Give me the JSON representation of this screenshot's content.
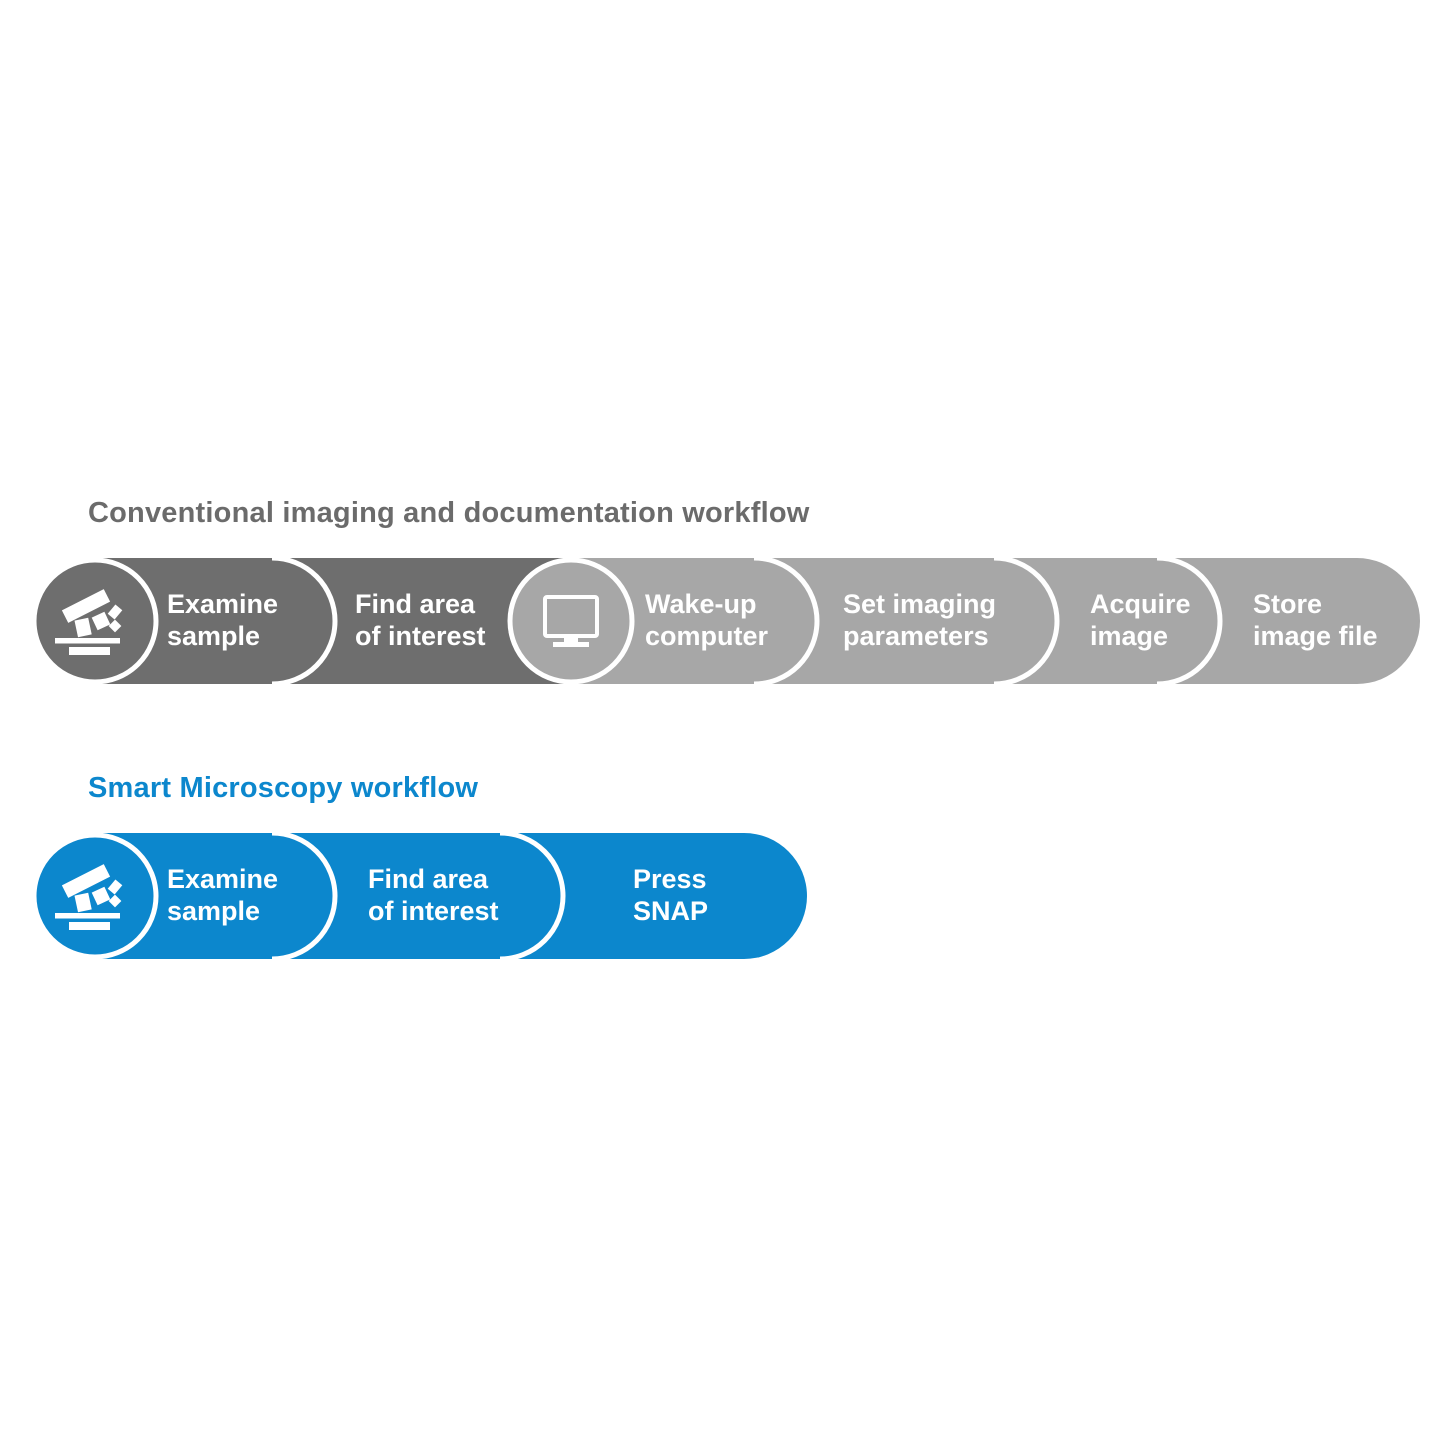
{
  "colors": {
    "dark_gray": "#6e6e6e",
    "light_gray": "#a7a7a7",
    "blue": "#0c87cd",
    "title_gray": "#6b6b6b",
    "step_text": "#ffffff",
    "background": "#ffffff"
  },
  "conventional": {
    "title": "Conventional imaging and documentation workflow",
    "icons": [
      "microscope-icon",
      "monitor-icon"
    ],
    "steps": [
      {
        "line1": "Examine",
        "line2": "sample"
      },
      {
        "line1": "Find area",
        "line2": "of interest"
      },
      {
        "line1": "Wake-up",
        "line2": "computer"
      },
      {
        "line1": "Set imaging",
        "line2": "parameters"
      },
      {
        "line1": "Acquire",
        "line2": "image"
      },
      {
        "line1": "Store",
        "line2": "image file"
      }
    ]
  },
  "smart": {
    "title": "Smart Microscopy workflow",
    "icons": [
      "microscope-icon"
    ],
    "steps": [
      {
        "line1": "Examine",
        "line2": "sample"
      },
      {
        "line1": "Find area",
        "line2": "of interest"
      },
      {
        "line1": "Press",
        "line2": "SNAP"
      }
    ]
  }
}
